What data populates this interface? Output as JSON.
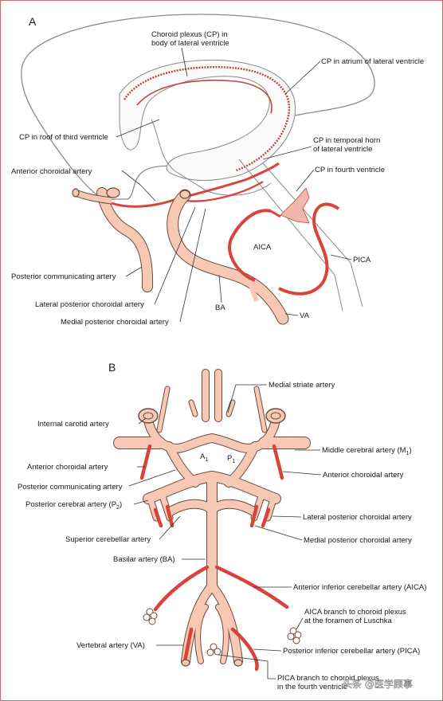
{
  "colors": {
    "artery": "#f7c9b4",
    "artery_stroke": "#6b4a3a",
    "choroid": "#d9443a",
    "brain_outline": "#8a8a8a"
  },
  "panel_a": {
    "letter": "A",
    "labels": {
      "cp_body_1": "Choroid plexus (CP) in",
      "cp_body_2": "body of lateral ventricle",
      "cp_atrium": "CP in atrium of lateral ventricle",
      "cp_third": "CP in roof of third ventricle",
      "cp_temporal_1": "CP in temporal horn",
      "cp_temporal_2": "of lateral ventricle",
      "cp_fourth": "CP in fourth ventricle",
      "ant_choroidal": "Anterior choroidal artery",
      "aica": "AICA",
      "pica": "PICA",
      "pcom": "Posterior communicating artery",
      "lpch": "Lateral posterior choroidal artery",
      "ba": "BA",
      "va": "VA",
      "mpch": "Medial posterior choroidal artery"
    }
  },
  "panel_b": {
    "letter": "B",
    "labels": {
      "medial_striate": "Medial striate artery",
      "ica": "Internal carotid artery",
      "a1": "A",
      "a1_sub": "1",
      "p1": "P",
      "p1_sub": "1",
      "mca": "Middle cerebral artery (M",
      "mca_sub": "1",
      "mca_end": ")",
      "ant_choroidal_left": "Anterior choroidal artery",
      "ant_choroidal_right": "Anterior choroidal artery",
      "pcom": "Posterior communicating artery",
      "pca": "Posterior cerebral artery (P",
      "pca_sub": "2",
      "pca_end": ")",
      "lpch": "Lateral posterior choroidal artery",
      "sca": "Superior cerebellar artery",
      "mpch": "Medial posterior choroidal artery",
      "basilar": "Basilar artery (BA)",
      "aica": "Anterior inferior cerebellar artery (AICA)",
      "aica_branch_1": "AICA branch to choroid plexus",
      "aica_branch_2": "at the foramen of Luschka",
      "va": "Vertebral artery (VA)",
      "pica": "Posterior inferior cerebellar artery (PICA)",
      "pica_branch_1": "PICA branch to choroid plexus",
      "pica_branch_2": "in the fourth ventricle"
    }
  },
  "watermark": "头条 @医学顾事"
}
